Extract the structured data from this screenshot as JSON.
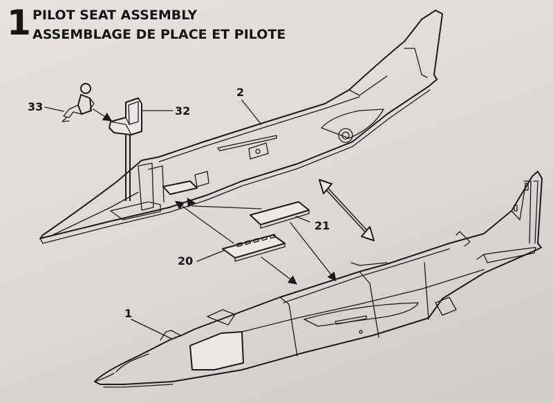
{
  "step": {
    "number": "1",
    "title_en": "PILOT SEAT ASSEMBLY",
    "title_fr": "ASSEMBLAGE DE PLACE ET PILOTE"
  },
  "parts": [
    {
      "id": "part-2",
      "number": "2",
      "description": "fuselage half"
    },
    {
      "id": "part-33",
      "number": "33",
      "description": "pilot figure"
    },
    {
      "id": "part-32",
      "number": "32",
      "description": "pilot seat"
    },
    {
      "id": "part-21",
      "number": "21",
      "description": "panel"
    },
    {
      "id": "part-20",
      "number": "20",
      "description": "vented panel"
    },
    {
      "id": "part-1",
      "number": "1",
      "description": "fuselage half"
    }
  ],
  "labels": {
    "p2": "2",
    "p33": "33",
    "p32": "32",
    "p21": "21",
    "p20": "20",
    "p1": "1"
  },
  "colors": {
    "ink": "#1a1a1a",
    "paper": "#e2dfda"
  }
}
